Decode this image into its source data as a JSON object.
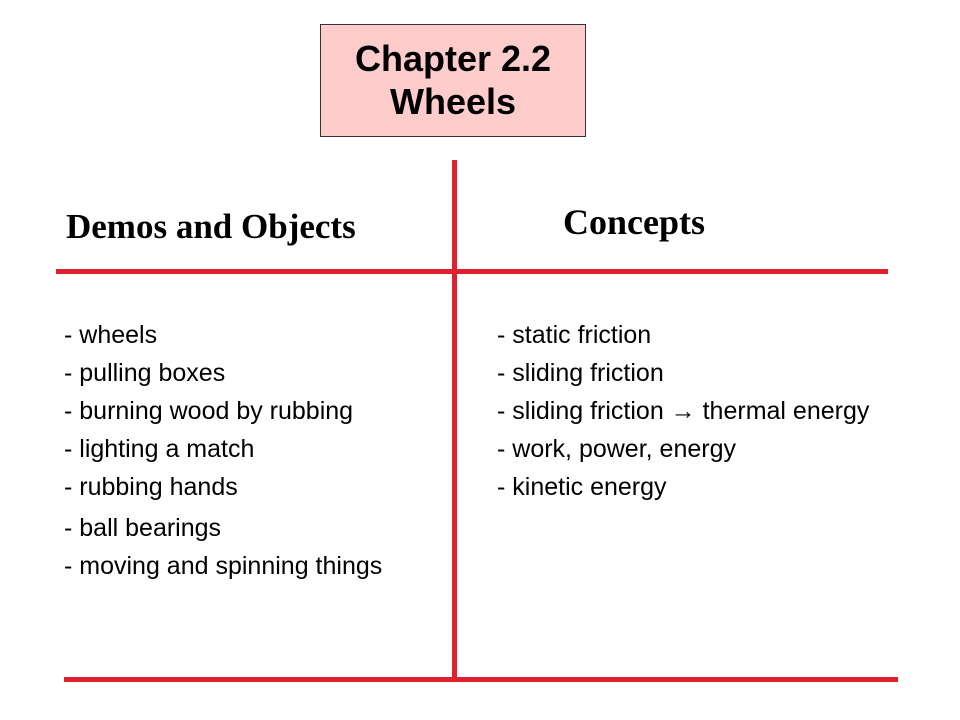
{
  "title": {
    "line1": "Chapter 2.2",
    "line2": "Wheels"
  },
  "columns": {
    "left": {
      "heading": "Demos and Objects",
      "items": [
        "-  wheels",
        "- pulling boxes",
        "- burning wood by rubbing",
        "- lighting a match",
        "- rubbing hands",
        "- ball bearings",
        "- moving and spinning things"
      ]
    },
    "right": {
      "heading": "Concepts",
      "items": [
        "- static friction",
        "- sliding friction",
        "- sliding friction → thermal energy",
        "- work, power, energy",
        "- kinetic energy"
      ]
    }
  },
  "colors": {
    "title_background": "#ffcccc",
    "divider_lines": "#e0202f"
  }
}
